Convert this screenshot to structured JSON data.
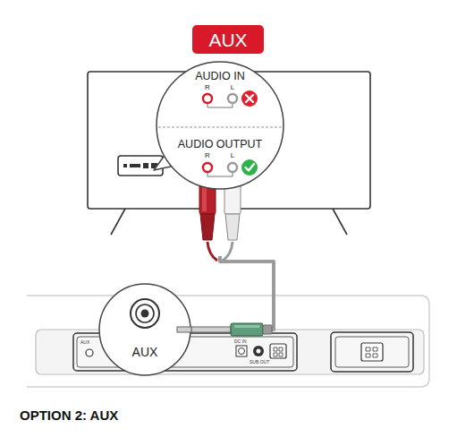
{
  "diagram": {
    "caption": "OPTION 2: AUX",
    "nodes": [
      {
        "text": [
          "AUX"
        ]
      },
      {
        "text": [
          "AUDIO IN",
          "R",
          "L",
          "AUDIO OUTPUT",
          "R",
          "L"
        ]
      },
      {
        "text": [
          "AUX"
        ]
      }
    ],
    "edges": [
      {
        "from": 1,
        "to": 2,
        "arrow": "none"
      }
    ],
    "labels": [
      "AUX",
      "DC IN",
      "SUB OUT"
    ]
  }
}
